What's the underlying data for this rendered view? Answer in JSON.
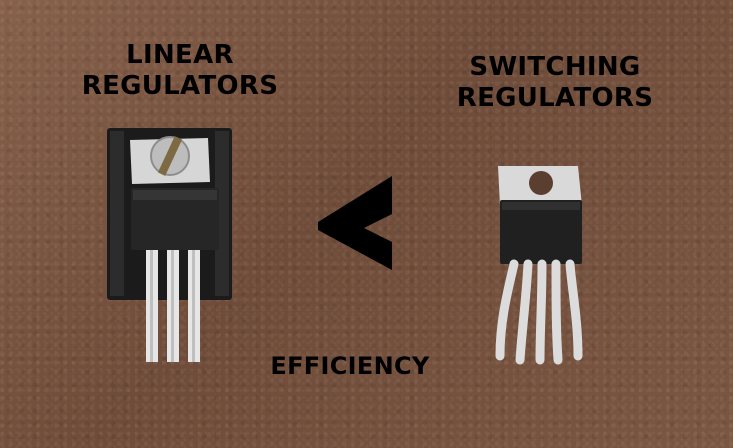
{
  "labels": {
    "linear": [
      "LINEAR",
      "REGULATORS"
    ],
    "switching": [
      "SWITCHING",
      "REGULATORS"
    ],
    "efficiency": "EFFICIENCY",
    "comparison_symbol": "<"
  },
  "colors": {
    "background": "#7a5540",
    "text": "#000000",
    "heatsink": "#1b1b1b",
    "metal_tab": "#d8d8d8",
    "leads": "#e0e0e0"
  }
}
